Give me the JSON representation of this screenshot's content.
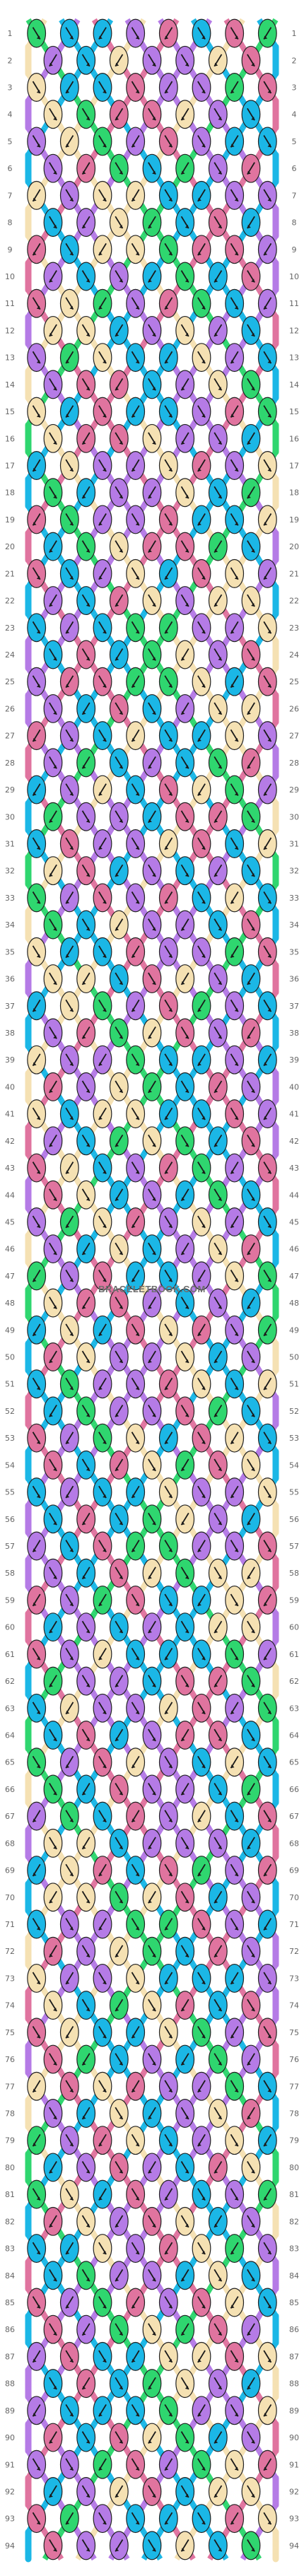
{
  "watermark": "BRACELETBOOK.COM",
  "row_count": 94,
  "strand_count": 16,
  "palette": {
    "A": "#2fd66f",
    "B": "#f5e1b3",
    "C": "#1bb7e6",
    "D": "#b57be6",
    "E": "#e0749f"
  },
  "start_colors": [
    "A",
    "B",
    "C",
    "D",
    "E",
    "C",
    "D",
    "B",
    "D",
    "E",
    "C",
    "D",
    "E",
    "B",
    "C",
    "A"
  ],
  "knot_arrow": "arrow-icon"
}
